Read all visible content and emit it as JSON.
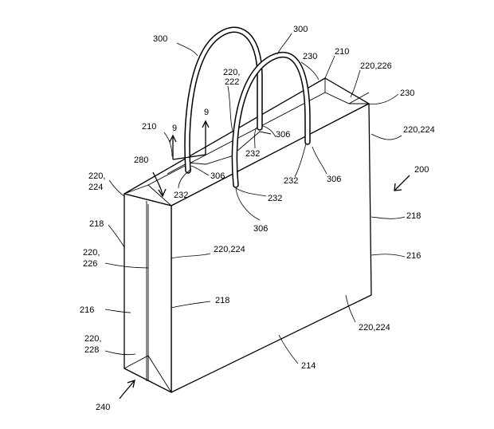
{
  "labels": {
    "l300a": "300",
    "l300b": "300",
    "l220_222a": "220,",
    "l220_222b": "222",
    "l230a": "230",
    "l210a": "210",
    "l220_226a": "220,226",
    "l230b": "230",
    "l9a": "9",
    "l9b": "9",
    "l210b": "210",
    "l306a": "306",
    "l232a": "232",
    "l220_224a": "220,224",
    "l280": "280",
    "l306b": "306",
    "l232b": "232",
    "l306c": "306",
    "l220_224b1": "220,",
    "l220_224b2": "224",
    "l232c": "232",
    "l232d": "232",
    "l200": "200",
    "l218a": "218",
    "l218b": "218",
    "l306d": "306",
    "l220_226b1": "220,",
    "l220_226b2": "226",
    "l220_224c": "220,224",
    "l216a": "216",
    "l218c": "218",
    "l216b": "216",
    "l220_224d": "220,224",
    "l220_228a": "220,",
    "l220_228b": "228",
    "l214": "214",
    "l240": "240"
  }
}
